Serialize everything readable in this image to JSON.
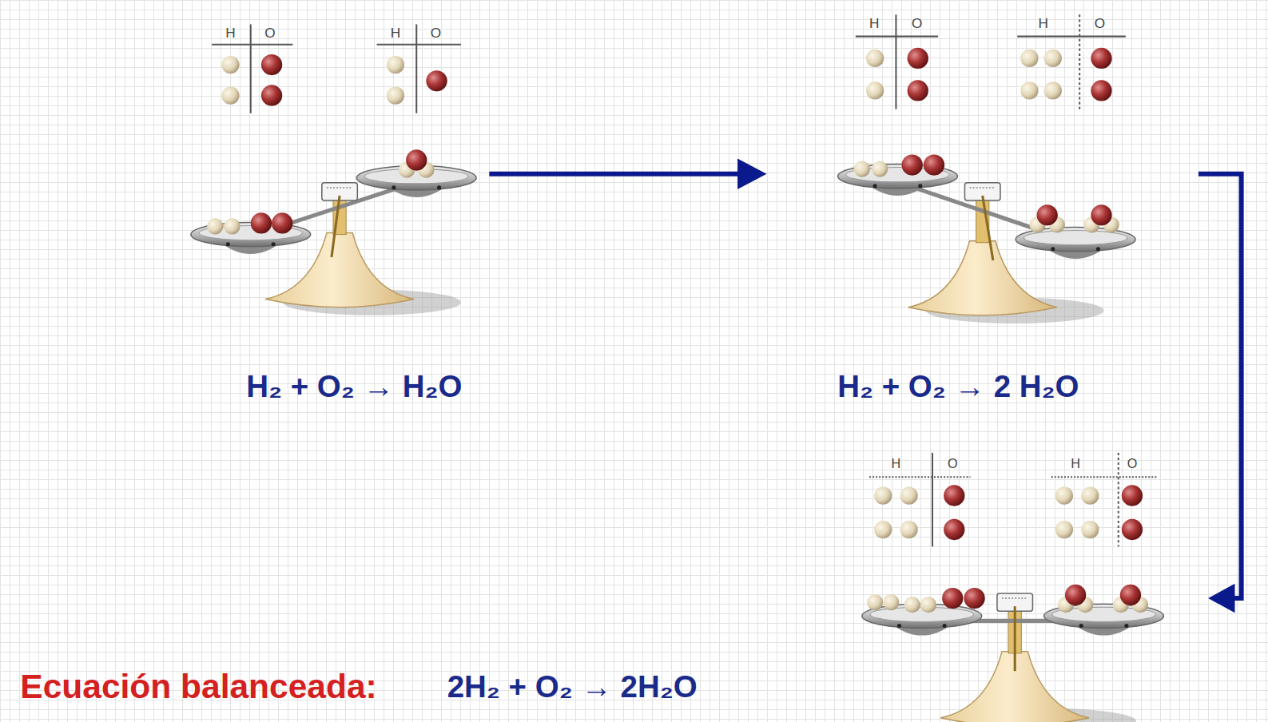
{
  "diagram": {
    "labels": [
      "H",
      "O",
      "H",
      "O",
      "H",
      "O",
      "H",
      "O",
      "H₂ + O₂ → H₂O",
      "H₂ + O₂ → 2 H₂O",
      "H",
      "O",
      "H",
      "O",
      "Ecuación balanceada:",
      "2H₂ + O₂ → 2H₂O"
    ]
  }
}
